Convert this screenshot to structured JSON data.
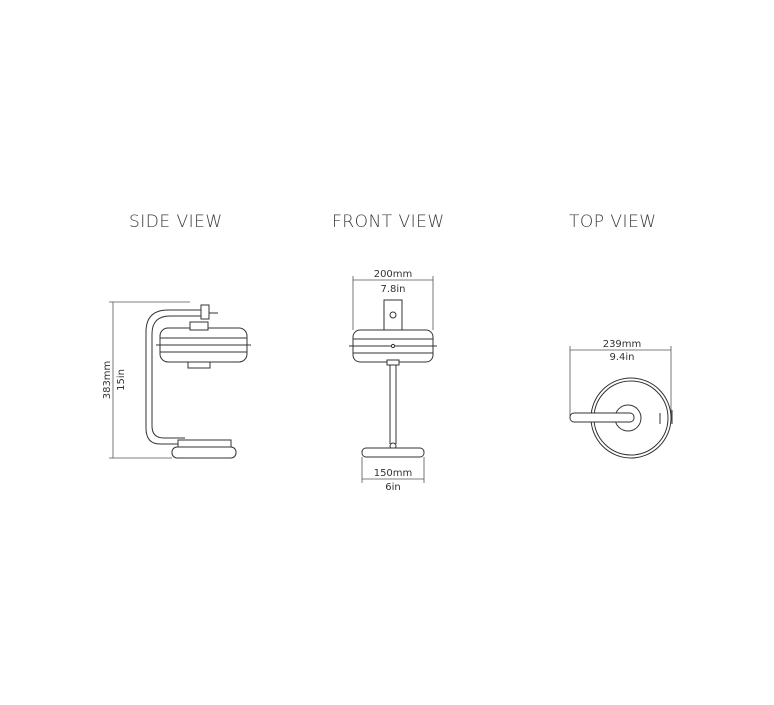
{
  "views": {
    "side": {
      "title": "SIDE VIEW",
      "height_mm": "383mm",
      "height_in": "15in"
    },
    "front": {
      "title": "FRONT VIEW",
      "shade_width_mm": "200mm",
      "shade_width_in": "7.8in",
      "base_width_mm": "150mm",
      "base_width_in": "6in"
    },
    "top": {
      "title": "TOP VIEW",
      "depth_mm": "239mm",
      "depth_in": "9.4in"
    }
  }
}
